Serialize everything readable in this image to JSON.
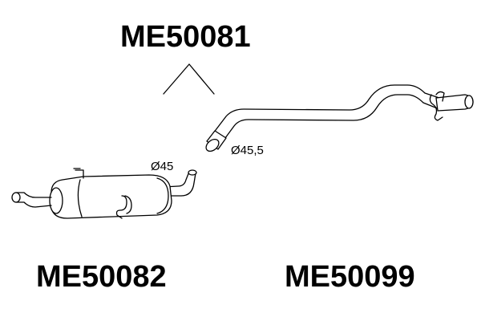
{
  "labels": {
    "top_part": "ME50081",
    "left_part": "ME50082",
    "right_part": "ME50099"
  },
  "dimensions": {
    "rear_muffler_diameter": "Ø45",
    "tail_pipe_diameter": "Ø45,5"
  },
  "colors": {
    "ink": "#000000",
    "background": "#ffffff"
  }
}
